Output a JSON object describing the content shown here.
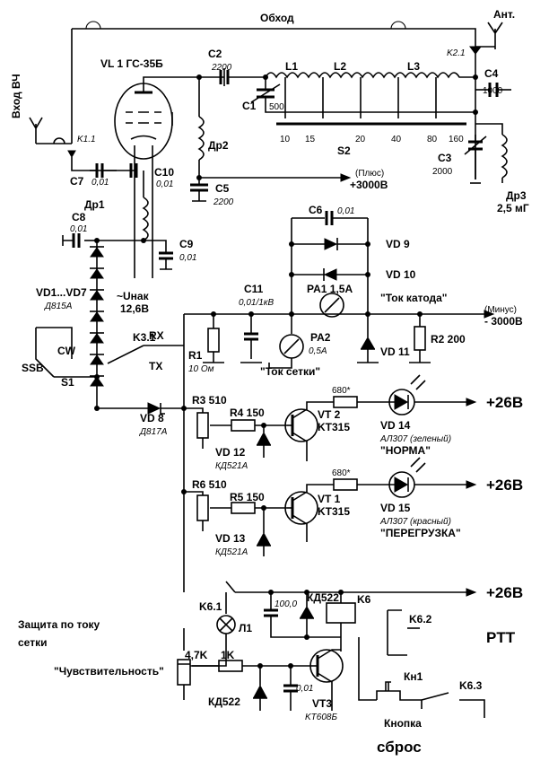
{
  "labels": {
    "bypass": "Обход",
    "ant": "Ант.",
    "rf_in": "Вход ВЧ",
    "k11": "K1.1",
    "k21": "K2.1",
    "vl1": "VL 1 ГС-35Б",
    "c2": "C2",
    "c2v": "2200",
    "c1": "C1",
    "c1v": "500",
    "l1": "L1",
    "l2": "L2",
    "l3": "L3",
    "c4": "C4",
    "c4v": "1000",
    "s2": "S2",
    "sw10": "10",
    "sw15": "15",
    "sw20": "20",
    "sw40": "40",
    "sw80": "80",
    "sw160": "160",
    "c3": "C3",
    "c3v": "2000",
    "dr3": "Др3",
    "dr3v": "2,5 мГ",
    "dr2": "Др2",
    "c5": "C5",
    "c5v": "2200",
    "plus": "(Плюс)",
    "plusv": "+3000В",
    "c7": "C7",
    "c7v": "0,01",
    "c10": "C10",
    "c10v": "0,01",
    "dr1": "Др1",
    "c8": "C8",
    "c8v": "0,01",
    "c9": "C9",
    "c9v": "0,01",
    "vd17": "VD1...VD7",
    "d815": "Д815А",
    "unak": "~Uнак",
    "unakv": "12,6В",
    "c6": "C6",
    "c6v": "0,01",
    "vd9": "VD 9",
    "vd10": "VD 10",
    "c11": "C11",
    "c11v": "0,01/1кВ",
    "pa1": "PA1 1,5А",
    "cathode": "\"Ток катода\"",
    "minus": "(Минус)",
    "minusv": "- 3000В",
    "cw": "CW",
    "ssb": "SSB",
    "s1": "S1",
    "k31": "K3.1",
    "rx": "RX",
    "tx": "TX",
    "r1": "R1",
    "r1v": "10 Ом",
    "pa2": "PA2",
    "pa2v": "0,5А",
    "grid": "\"Ток сетки\"",
    "vd11": "VD 11",
    "r2": "R2 200",
    "vd8": "VD 8",
    "d817": "Д817А",
    "r3": "R3 510",
    "r4": "R4 150",
    "vt2": "VT 2",
    "kt315a": "KT315",
    "r680a": "680*",
    "vd14": "VD 14",
    "al307g": "АЛ307 (зеленый)",
    "norma": "\"НОРМА\"",
    "p26a": "+26В",
    "vd12": "VD 12",
    "kd521a": "КД521А",
    "r6": "R6 510",
    "r5": "R5 150",
    "vt1": "VT 1",
    "kt315b": "KT315",
    "r680b": "680*",
    "vd15": "VD 15",
    "al307r": "АЛ307 (красный)",
    "overload": "\"ПЕРЕГРУЗКА\"",
    "p26b": "+26В",
    "vd13": "VD 13",
    "kd521b": "КД521А",
    "k61": "K6.1",
    "c100": "100,0",
    "kd522a": "КД522",
    "k6": "K6",
    "p26c": "+26В",
    "l1lamp": "Л1",
    "prot1": "Защита по току",
    "prot2": "сетки",
    "k62": "K6.2",
    "ptt": "PTT",
    "sens": "\"Чувствительность\"",
    "r47": "4,7K",
    "r1k": "1K",
    "c001": "0,01",
    "kn1": "Кн1",
    "vt3": "VT3",
    "kt608": "KT608Б",
    "k63": "K6.3",
    "kd522b": "КД522",
    "button": "Кнопка",
    "reset": "сброс"
  }
}
